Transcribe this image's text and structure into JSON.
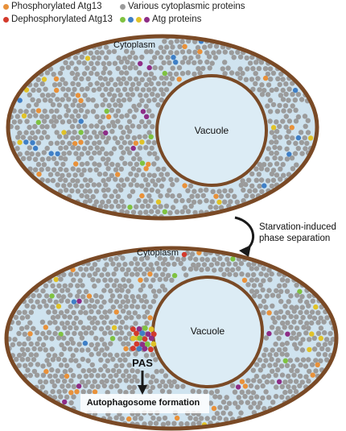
{
  "legend": {
    "phospho": {
      "label": "Phosphorylated Atg13",
      "color": "#e8913a"
    },
    "dephospho": {
      "label": "Dephosphorylated Atg13",
      "color": "#d33a2c"
    },
    "cyto": {
      "label": "Various cytoplasmic proteins",
      "color": "#9b9b9b"
    },
    "atg": {
      "label": "Atg proteins",
      "colors": [
        "#7fc241",
        "#3f7fc6",
        "#e0c228",
        "#8e2d86"
      ]
    }
  },
  "top_cell": {
    "cytoplasm_label": "Cytoplasm",
    "vacuole_label": "Vacuole"
  },
  "transition_label": [
    "Starvation-induced",
    "phase separation"
  ],
  "bottom_cell": {
    "cytoplasm_label": "Cytoplasm",
    "vacuole_label": "Vacuole",
    "pas_label": "PAS",
    "autophagosome_label": "Autophagosome formation"
  },
  "colors": {
    "membrane": "#7a4a26",
    "cytoplasm_bg": "#cfe3ef",
    "vacuole_fill": "#dcecf5",
    "arrow": "#1a1a1a"
  }
}
